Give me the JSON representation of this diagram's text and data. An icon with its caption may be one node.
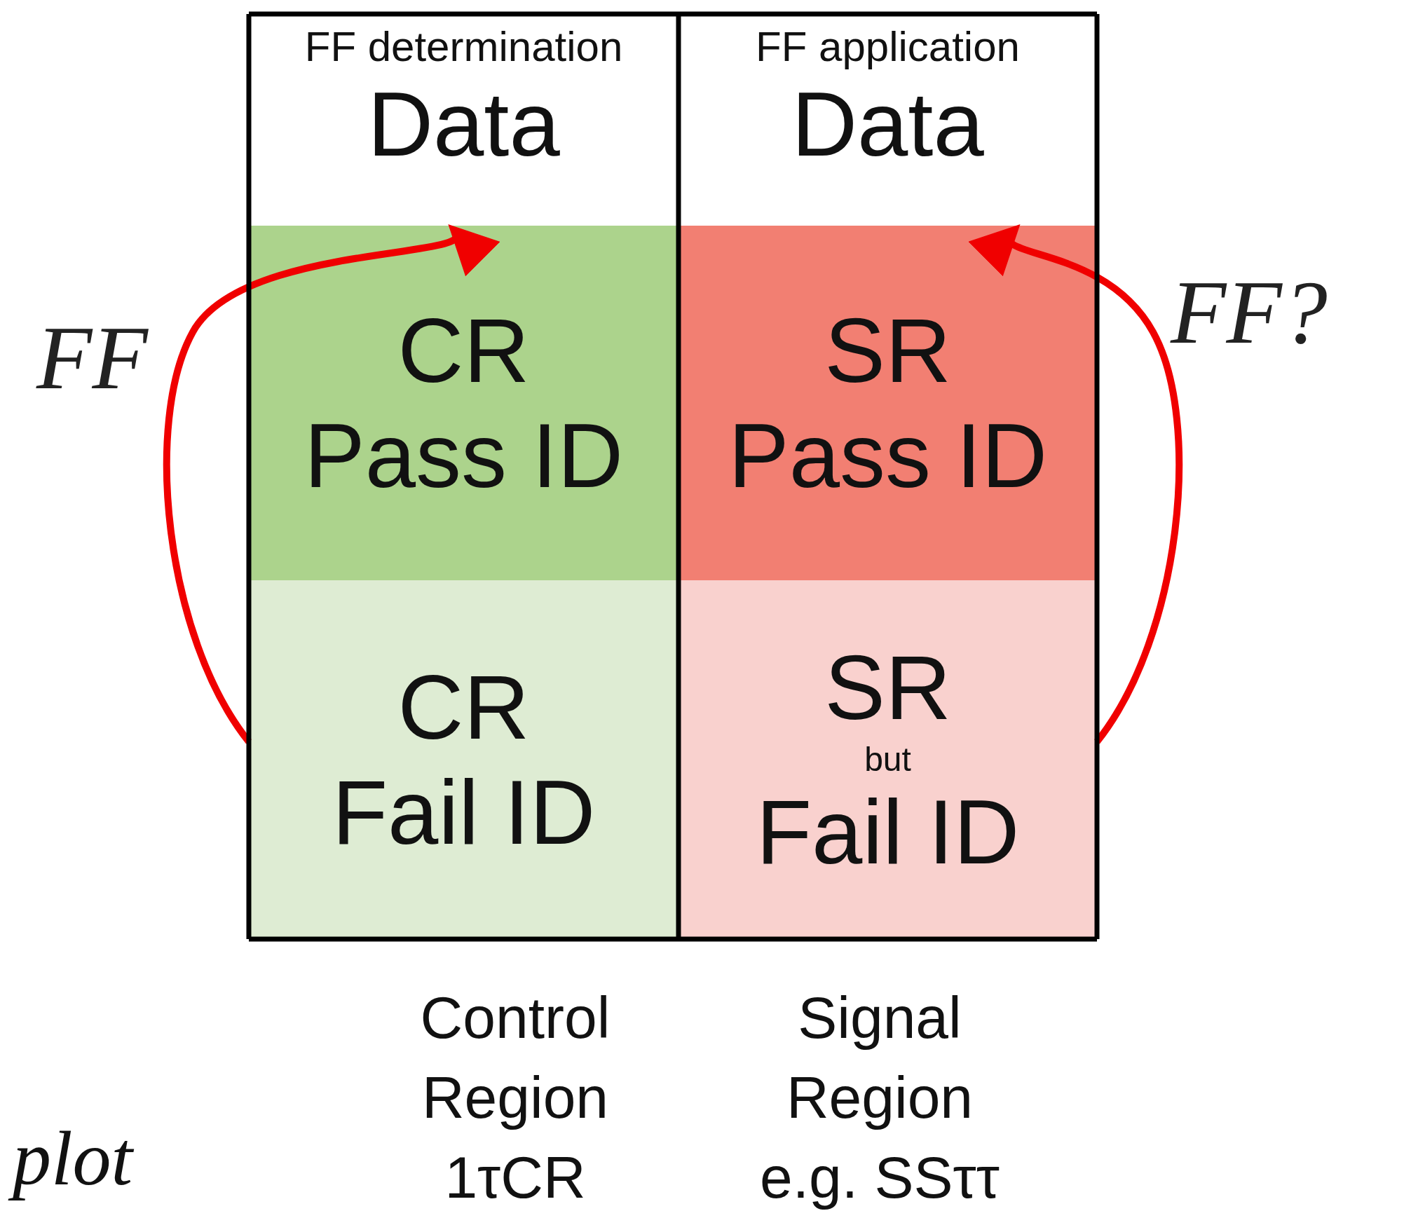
{
  "diagram": {
    "nodes": [
      {
        "text": [
          "FF determination",
          "Data"
        ]
      },
      {
        "text": [
          "FF application",
          "Data"
        ]
      },
      {
        "text": [
          "CR Pass ID"
        ]
      },
      {
        "text": [
          "SR Pass ID"
        ]
      },
      {
        "text": [
          "CR Fail ID"
        ]
      },
      {
        "text": [
          "SR",
          "but",
          "Fail ID"
        ]
      }
    ],
    "edges": [
      {
        "from": 4,
        "to": 2,
        "arrow": "to",
        "label": "FF"
      },
      {
        "from": 5,
        "to": 3,
        "arrow": "to",
        "label": "FF?"
      }
    ],
    "labels": [
      "Control Region 1τCR",
      "Signal Region e.g. SSττ",
      "plot"
    ]
  }
}
